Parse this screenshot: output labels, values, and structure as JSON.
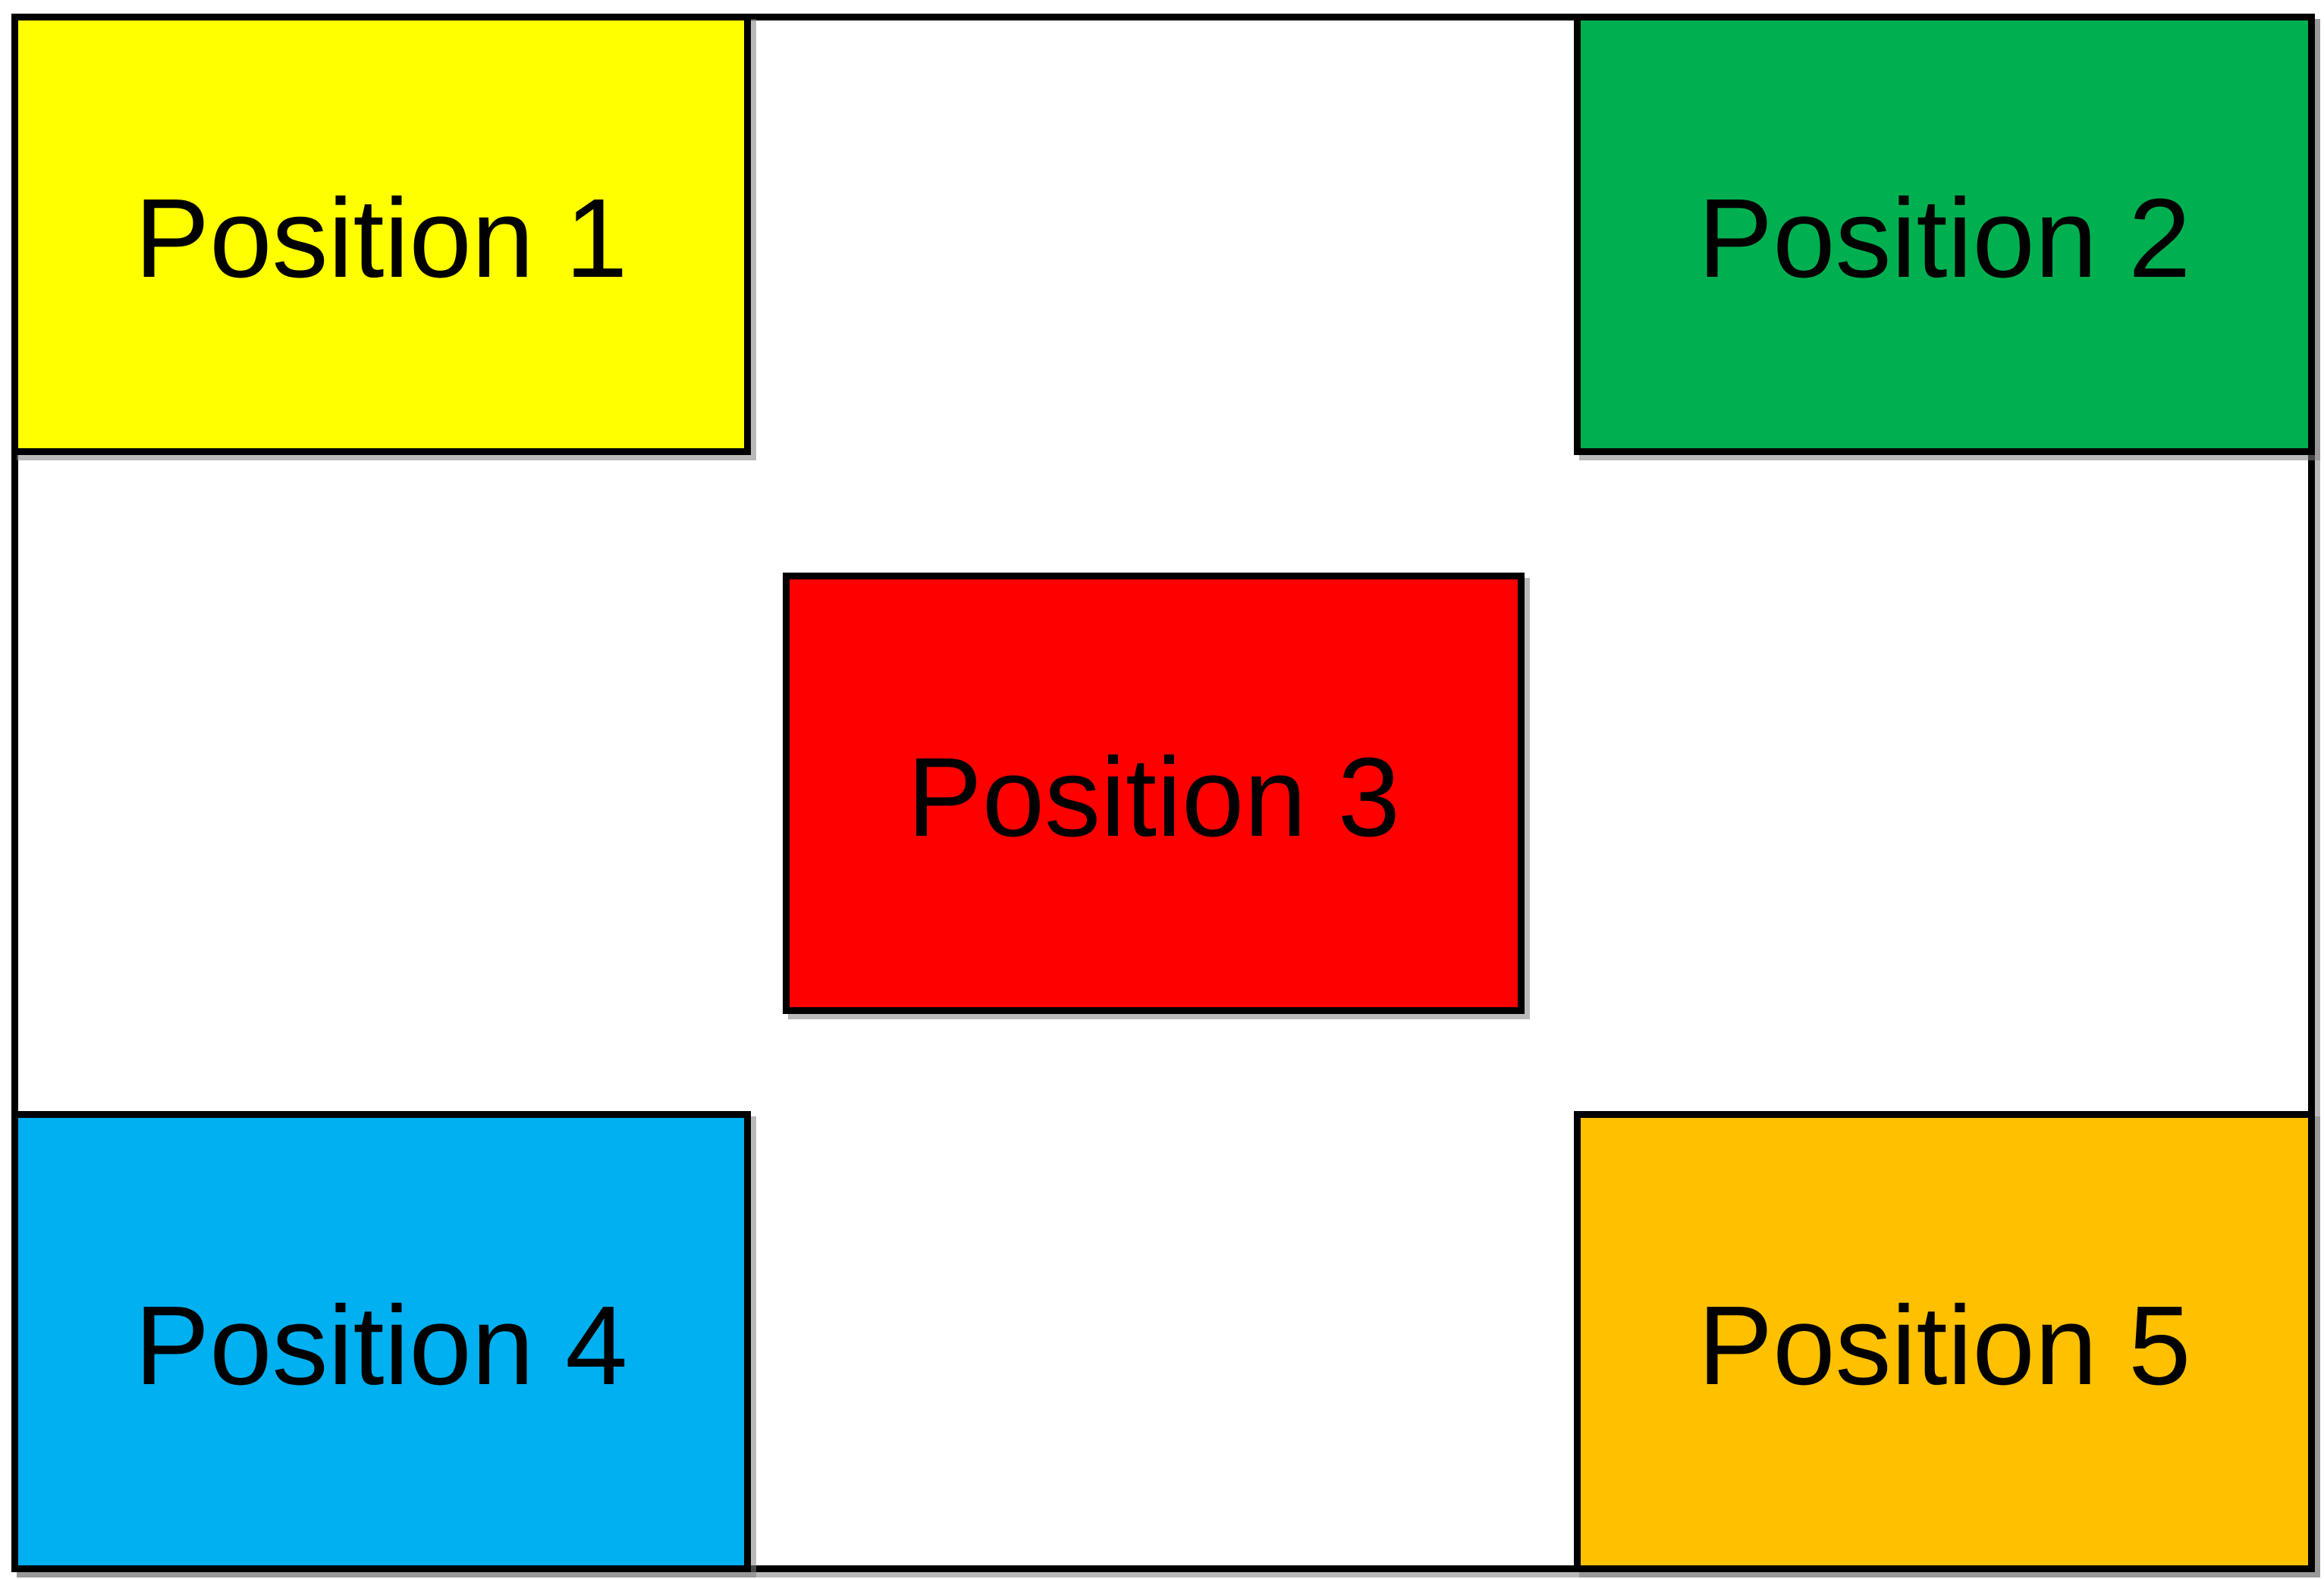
{
  "diagram": {
    "background_color": "#ffffff",
    "border_color": "#000000",
    "text_color": "#000000",
    "boxes": [
      {
        "label": "Position 1",
        "color": "#ffff00",
        "position": "top-left"
      },
      {
        "label": "Position 2",
        "color": "#00b050",
        "position": "top-right"
      },
      {
        "label": "Position 3",
        "color": "#ff0000",
        "position": "center"
      },
      {
        "label": "Position 4",
        "color": "#00b0f0",
        "position": "bottom-left"
      },
      {
        "label": "Position 5",
        "color": "#ffc000",
        "position": "bottom-right"
      }
    ]
  }
}
